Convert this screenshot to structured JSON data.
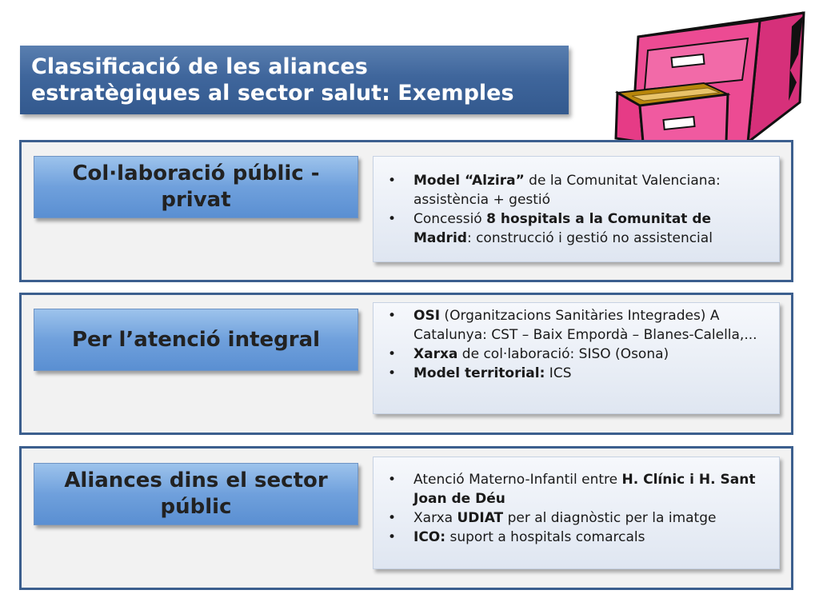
{
  "title": {
    "line1": "Classificació de les aliances",
    "line2": "estratègiques al sector salut: Exemples"
  },
  "colors": {
    "title_bg": "#3f669c",
    "section_border": "#3c5f8e",
    "label_bg": "#6fa0dc",
    "cabinet": "#e63b86"
  },
  "sections": [
    {
      "label_line1": "Col·laboració públic -",
      "label_line2": "privat",
      "items": [
        {
          "b1": "Model “Alzira”",
          "t1": " de la Comunitat Valenciana: assistència + gestió"
        },
        {
          "t1": "Concessió ",
          "b1": "8 hospitals a la Comunitat de Madrid",
          "t2": ": construcció i gestió no assistencial"
        }
      ]
    },
    {
      "label_line1": "Per l’atenció integral",
      "items": [
        {
          "b1": "OSI",
          "t1": " (Organitzacions Sanitàries Integrades) A Catalunya: CST – Baix Empordà – Blanes-Calella,..."
        },
        {
          "b1": "Xarxa",
          "t1": " de col·laboració: SISO (Osona)"
        },
        {
          "b1": "Model territorial:",
          "t1": " ICS"
        }
      ]
    },
    {
      "label_line1": "Aliances dins el sector",
      "label_line2": "públic",
      "items": [
        {
          "t1": "Atenció Materno-Infantil entre ",
          "b1": "H. Clínic i H. Sant Joan de Déu"
        },
        {
          "t1": "Xarxa ",
          "b1": "UDIAT",
          "t2": " per al diagnòstic per la imatge"
        },
        {
          "b1": "ICO:",
          "t1": " suport a hospitals comarcals"
        }
      ]
    }
  ],
  "bullet": "•",
  "icons": {
    "cabinet": "filing-cabinet-icon"
  }
}
